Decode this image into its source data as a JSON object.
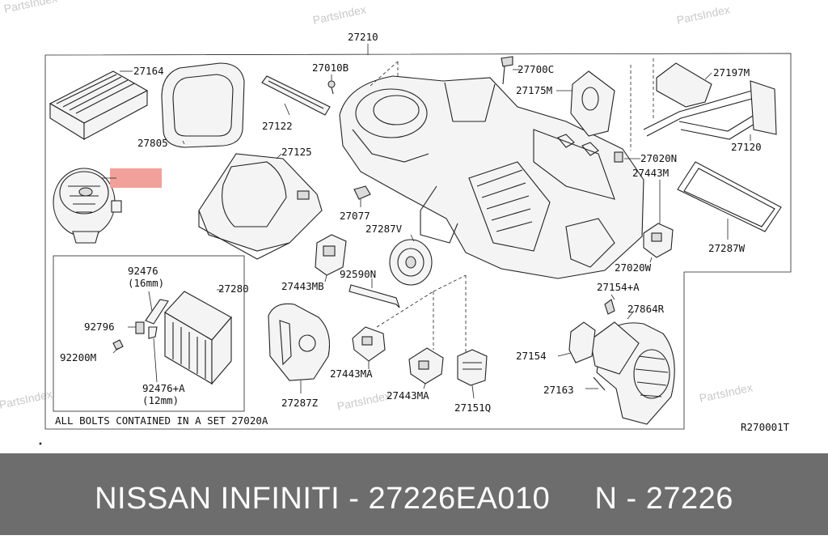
{
  "watermark": "PartsIndex",
  "diagram": {
    "main_part_number": "27210",
    "highlight_part": "27226",
    "highlight_color": "#f2a09a",
    "reference_code": "R270001T",
    "note": "ALL BOLTS CONTAINED IN A SET 27020A",
    "labels": {
      "p27164": "27164",
      "p27805": "27805",
      "p27010b": "27010B",
      "p27122": "27122",
      "p27125": "27125",
      "p27077": "27077",
      "p27287v": "27287V",
      "p27443mb": "27443MB",
      "p92590n": "92590N",
      "p27280": "27280",
      "p92476": "92476",
      "p16mm": "(16mm)",
      "p92796": "92796",
      "p92200m": "92200M",
      "p92476a": "92476+A",
      "p12mm": "(12mm)",
      "p27700c": "27700C",
      "p27175m": "27175M",
      "p27197m": "27197M",
      "p27120": "27120",
      "p27020n": "27020N",
      "p27443m": "27443M",
      "p27287w": "27287W",
      "p27020w": "27020W",
      "p27154a": "27154+A",
      "p27864r": "27864R",
      "p27154": "27154",
      "p27163": "27163",
      "p27443ma1": "27443MA",
      "p27443ma2": "27443MA",
      "p27287z": "27287Z",
      "p27151q": "27151Q"
    }
  },
  "footer": {
    "title": "NISSAN INFINITI - 27226EA010     N - 27226"
  }
}
